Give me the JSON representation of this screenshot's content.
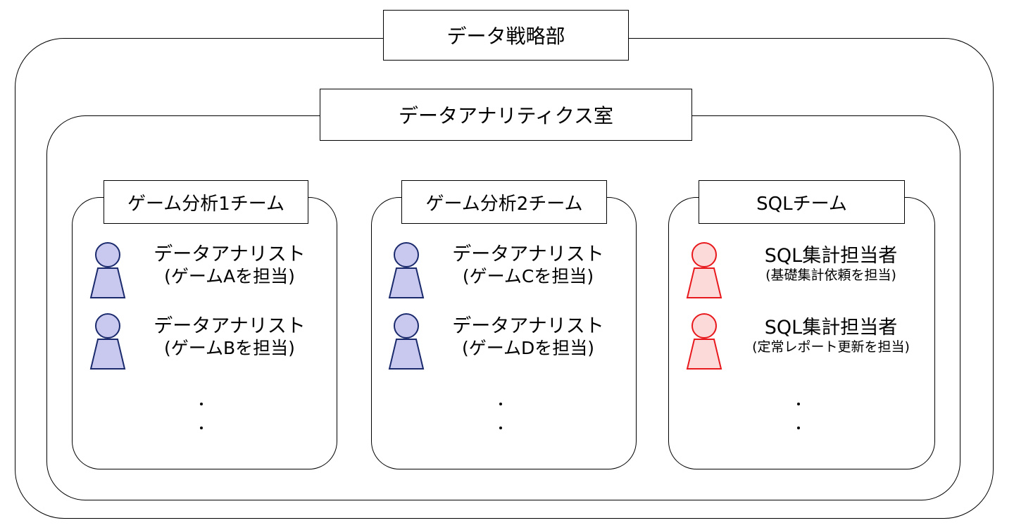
{
  "department": {
    "label": "データ戦略部"
  },
  "room": {
    "label": "データアナリティクス室"
  },
  "teams": [
    {
      "label": "ゲーム分析1チーム",
      "members": [
        {
          "title": "データアナリスト",
          "sub": "(ゲームAを担当)"
        },
        {
          "title": "データアナリスト",
          "sub": "(ゲームBを担当)"
        }
      ],
      "more": "・\n・"
    },
    {
      "label": "ゲーム分析2チーム",
      "members": [
        {
          "title": "データアナリスト",
          "sub": "(ゲームCを担当)"
        },
        {
          "title": "データアナリスト",
          "sub": "(ゲームDを担当)"
        }
      ],
      "more": "・\n・"
    },
    {
      "label": "SQLチーム",
      "members": [
        {
          "title": "SQL集計担当者",
          "sub": "(基礎集計依頼を担当)"
        },
        {
          "title": "SQL集計担当者",
          "sub": "(定常レポート更新を担当)"
        }
      ],
      "more": "・\n・"
    }
  ],
  "colors": {
    "analyst_fill": "#c9c9ef",
    "analyst_stroke": "#1a2a6c",
    "sql_fill": "#fddada",
    "sql_stroke": "#e8191c",
    "border": "#000000"
  }
}
